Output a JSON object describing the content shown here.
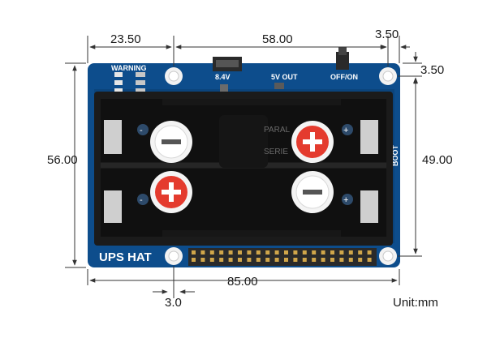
{
  "dimensions": {
    "top_left_offset": "23.50",
    "top_hole_spacing": "58.00",
    "top_right_offset": "3.50",
    "right_vertical_offset": "3.50",
    "board_height": "56.00",
    "hole_vertical_spacing": "49.00",
    "board_width": "85.00",
    "bottom_hole_offset": "3.0"
  },
  "unit_label": "Unit:mm",
  "board": {
    "warning_label": "WARNING",
    "voltage_label": "8.4V",
    "output_label": "5V OUT",
    "switch_label": "OFF/ON",
    "boot_label": "BOOT",
    "product_label": "UPS HAT",
    "color_pcb": "#0d4d8c",
    "color_holder": "#1b1b1b"
  },
  "battery_holder": {
    "silk_parallel": "PARAL",
    "silk_series": "SERIE",
    "top_row_terminals": [
      "-",
      "+"
    ],
    "bottom_row_terminals": [
      "+",
      "-"
    ]
  }
}
